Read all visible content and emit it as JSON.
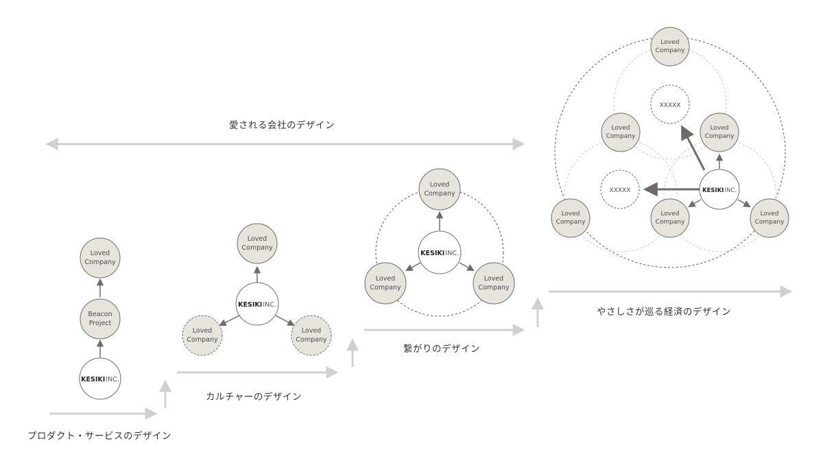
{
  "colors": {
    "node_fill": "#e7e4de",
    "node_stroke": "#6e6a64",
    "arrow_dark": "#6f6b66",
    "arrow_light": "#d0d0d0",
    "dashed_ring": "#555555",
    "faint_ring": "#c8c8c8"
  },
  "labels": {
    "top_banner": "愛される会社のデザイン",
    "stage1": "プロダクト・サービスのデザイン",
    "stage2": "カルチャーのデザイン",
    "stage3": "繋がりのデザイン",
    "stage4": "やさしさが巡る経済のデザイン"
  },
  "text": {
    "loved_line1": "Loved",
    "loved_line2": "Company",
    "beacon_line1": "Beacon",
    "beacon_line2": "Project",
    "logo_bold": "KESIKI",
    "logo_thin": "INC.",
    "placeholder": "XXXXX"
  }
}
